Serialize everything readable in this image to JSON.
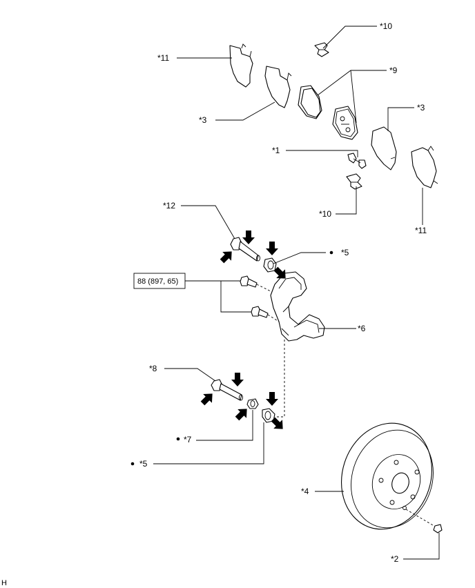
{
  "labels": {
    "l10a": "*10",
    "l11a": "*11",
    "l9": "*9",
    "l3a": "*3",
    "l3b": "*3",
    "l1": "*1",
    "l10b": "*10",
    "l11b": "*11",
    "l12": "*12",
    "l5a": "*5",
    "l6": "*6",
    "l8": "*8",
    "l7": "*7",
    "l5b": "*5",
    "l4": "*4",
    "l2": "*2"
  },
  "torque_spec": "88 (897, 65)",
  "corner_mark": "H"
}
